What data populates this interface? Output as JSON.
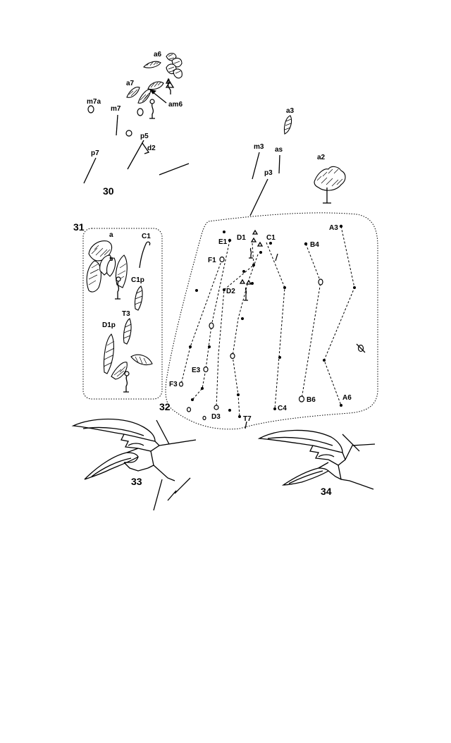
{
  "figures": {
    "fig30": {
      "number": "30",
      "labels": [
        "a6",
        "a7",
        "am6",
        "m7a",
        "m7",
        "p5",
        "d2",
        "p7"
      ]
    },
    "fig_right_top": {
      "labels": [
        "a3",
        "m3",
        "as",
        "p3",
        "a2"
      ]
    },
    "fig31": {
      "number": "31",
      "labels": [
        "a",
        "s",
        "C1",
        "C1p",
        "T3",
        "D1p"
      ]
    },
    "fig32": {
      "number": "32",
      "labels": [
        "A3",
        "D1",
        "C1",
        "E1",
        "B4",
        "F1",
        "D2",
        "E3",
        "F3",
        "B6",
        "A6",
        "C4",
        "D3",
        "T7"
      ]
    },
    "fig33": {
      "number": "33"
    },
    "fig34": {
      "number": "34"
    }
  }
}
